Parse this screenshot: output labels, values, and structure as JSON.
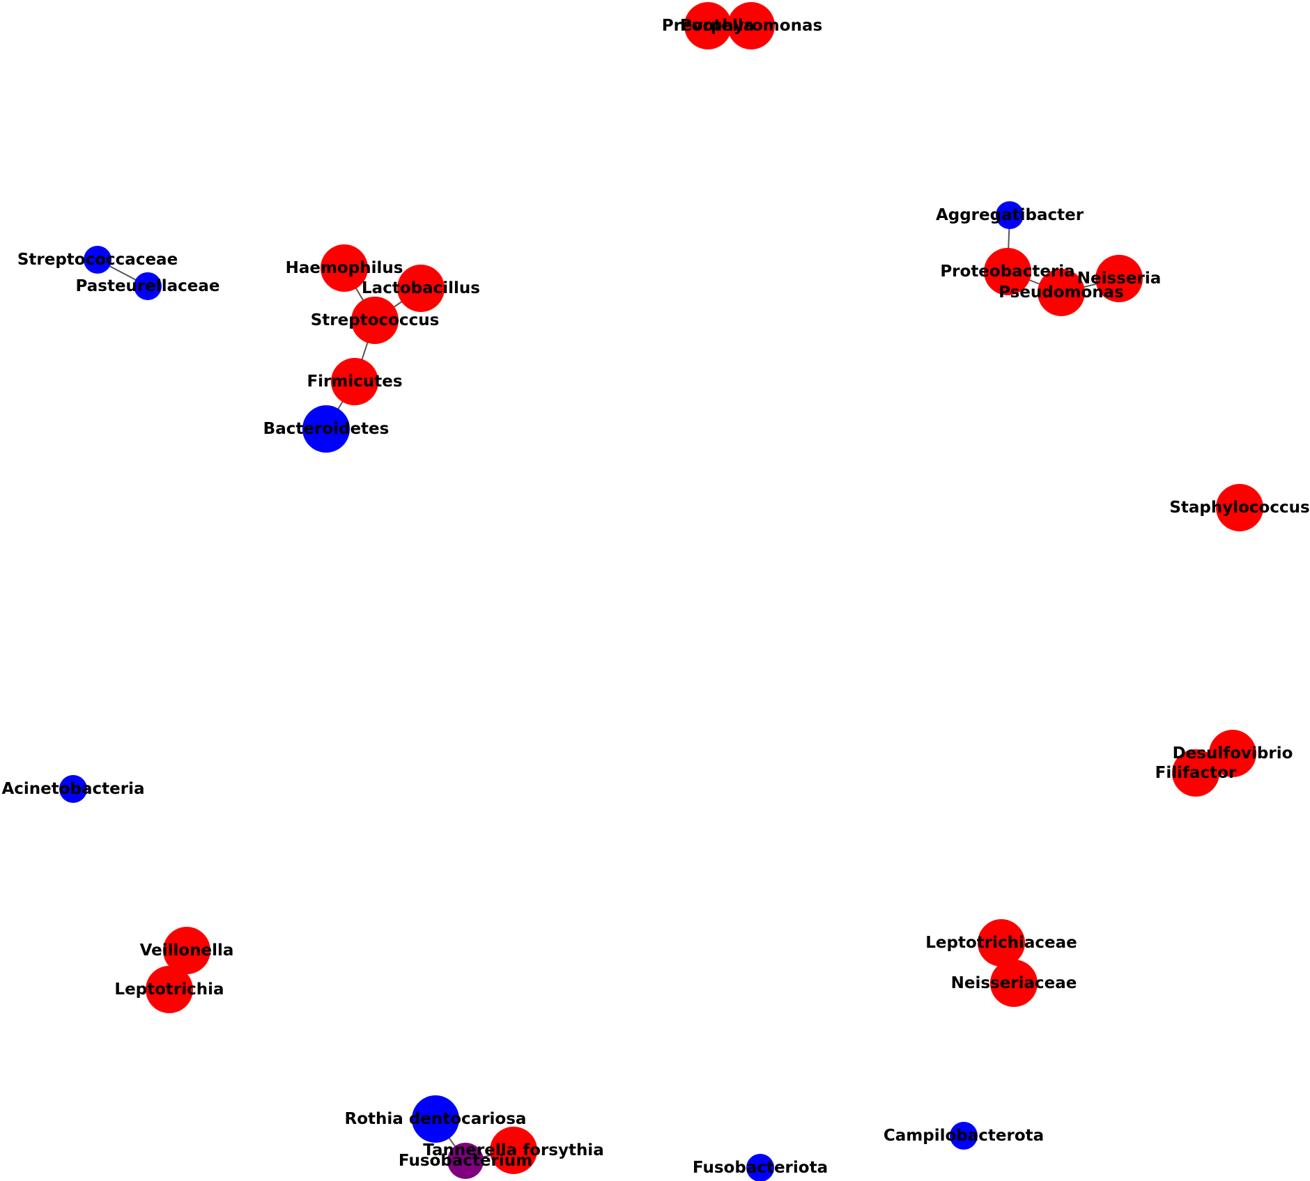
{
  "colors": {
    "red": "#ff0000",
    "blue": "#0000ff",
    "purple": "#800080",
    "edge": "#555555"
  },
  "nodes": [
    {
      "id": "Prevotella",
      "label": "Prevotella",
      "color": "red",
      "size": "large"
    },
    {
      "id": "Porphyromonas",
      "label": "Porphyromonas",
      "color": "red",
      "size": "large"
    },
    {
      "id": "Aggregatibacter",
      "label": "Aggregatibacter",
      "color": "blue",
      "size": "small"
    },
    {
      "id": "Proteobacteria",
      "label": "Proteobacteria",
      "color": "red",
      "size": "large"
    },
    {
      "id": "Neisseria",
      "label": "Neisseria",
      "color": "red",
      "size": "large"
    },
    {
      "id": "Pseudomonas",
      "label": "Pseudomonas",
      "color": "red",
      "size": "large"
    },
    {
      "id": "Streptococcaceae",
      "label": "Streptococcaceae",
      "color": "blue",
      "size": "small"
    },
    {
      "id": "Pasteurellaceae",
      "label": "Pasteurellaceae",
      "color": "blue",
      "size": "small"
    },
    {
      "id": "Haemophilus",
      "label": "Haemophilus",
      "color": "red",
      "size": "large"
    },
    {
      "id": "Lactobacillus",
      "label": "Lactobacillus",
      "color": "red",
      "size": "large"
    },
    {
      "id": "Streptococcus",
      "label": "Streptococcus",
      "color": "red",
      "size": "large"
    },
    {
      "id": "Firmicutes",
      "label": "Firmicutes",
      "color": "red",
      "size": "large"
    },
    {
      "id": "Bacteroidetes",
      "label": "Bacteroidetes",
      "color": "blue",
      "size": "large"
    },
    {
      "id": "Staphylococcus",
      "label": "Staphylococcus",
      "color": "red",
      "size": "large"
    },
    {
      "id": "Desulfovibrio",
      "label": "Desulfovibrio",
      "color": "red",
      "size": "large"
    },
    {
      "id": "Filifactor",
      "label": "Filifactor",
      "color": "red",
      "size": "large"
    },
    {
      "id": "Acinetobacteria",
      "label": "Acinetobacteria",
      "color": "blue",
      "size": "small"
    },
    {
      "id": "Veillonella",
      "label": "Veillonella",
      "color": "red",
      "size": "large"
    },
    {
      "id": "Leptotrichia",
      "label": "Leptotrichia",
      "color": "red",
      "size": "large"
    },
    {
      "id": "Leptotrichiaceae",
      "label": "Leptotrichiaceae",
      "color": "red",
      "size": "large"
    },
    {
      "id": "Neisseriaceae",
      "label": "Neisseriaceae",
      "color": "red",
      "size": "large"
    },
    {
      "id": "Rothia dentocariosa",
      "label": "Rothia dentocariosa",
      "color": "blue",
      "size": "large"
    },
    {
      "id": "Tannerella forsythia",
      "label": "Tannerella forsythia",
      "color": "red",
      "size": "large"
    },
    {
      "id": "Fusobacterium",
      "label": "Fusobacterium",
      "color": "purple",
      "size": "medium"
    },
    {
      "id": "Campilobacterota",
      "label": "Campilobacterota",
      "color": "blue",
      "size": "small"
    },
    {
      "id": "Fusobacteriota",
      "label": "Fusobacteriota",
      "color": "blue",
      "size": "small"
    }
  ],
  "edges": [
    {
      "source": "Prevotella",
      "target": "Porphyromonas"
    },
    {
      "source": "Aggregatibacter",
      "target": "Proteobacteria"
    },
    {
      "source": "Proteobacteria",
      "target": "Pseudomonas"
    },
    {
      "source": "Pseudomonas",
      "target": "Neisseria"
    },
    {
      "source": "Streptococcaceae",
      "target": "Pasteurellaceae"
    },
    {
      "source": "Haemophilus",
      "target": "Streptococcus"
    },
    {
      "source": "Lactobacillus",
      "target": "Streptococcus"
    },
    {
      "source": "Streptococcus",
      "target": "Firmicutes"
    },
    {
      "source": "Firmicutes",
      "target": "Bacteroidetes"
    },
    {
      "source": "Desulfovibrio",
      "target": "Filifactor"
    },
    {
      "source": "Veillonella",
      "target": "Leptotrichia"
    },
    {
      "source": "Leptotrichiaceae",
      "target": "Neisseriaceae"
    },
    {
      "source": "Rothia dentocariosa",
      "target": "Fusobacterium"
    },
    {
      "source": "Fusobacterium",
      "target": "Tannerella forsythia"
    }
  ]
}
